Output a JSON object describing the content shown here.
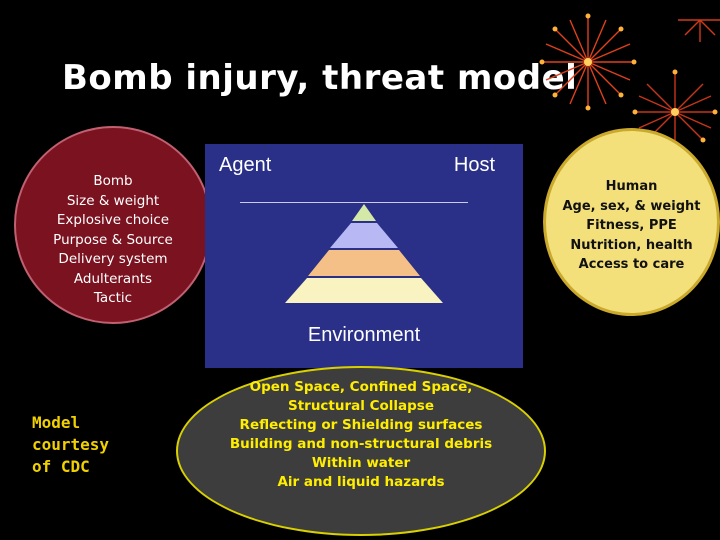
{
  "slide": {
    "title": "Bomb injury, threat model",
    "agent_bubble": {
      "lines": [
        "Bomb",
        "Size & weight",
        "Explosive choice",
        "Purpose & Source",
        "Delivery system",
        "Adulterants",
        "Tactic"
      ]
    },
    "host_bubble": {
      "lines": [
        "Human",
        "Age, sex, & weight",
        "Fitness, PPE",
        "Nutrition, health",
        "Access to care"
      ]
    },
    "environment_bubble": {
      "lines": [
        "Open Space, Confined Space,",
        "Structural Collapse",
        "Reflecting or Shielding surfaces",
        "Building and non-structural debris",
        "Within water",
        "Air and liquid hazards"
      ]
    },
    "credit": {
      "lines": [
        "Model",
        "courtesy",
        "of CDC"
      ]
    },
    "diagram": {
      "agent_label": "Agent",
      "host_label": "Host",
      "environment_label": "Environment",
      "layer_colors": [
        "#d4e8a8",
        "#b8b8f4",
        "#f5c088",
        "#f8f3c0"
      ]
    }
  }
}
